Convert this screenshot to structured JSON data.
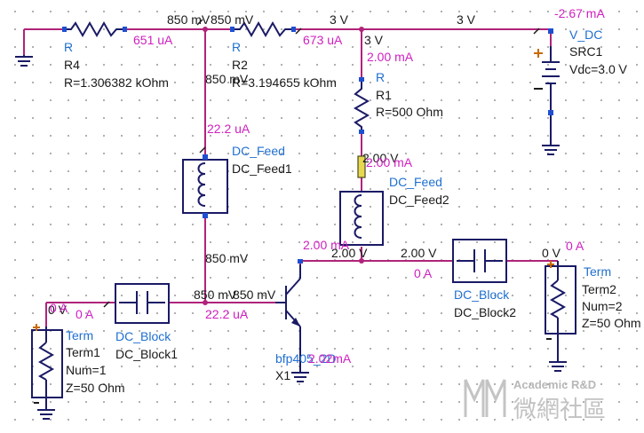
{
  "components": {
    "r4": {
      "type": "R",
      "name": "R4",
      "value": "R=1.306382 kOhm",
      "current": "651 uA"
    },
    "r2": {
      "type": "R",
      "name": "R2",
      "value": "R=3.194655 kOhm",
      "current": "673 uA"
    },
    "r1": {
      "type": "R",
      "name": "R1",
      "value": "R=500 Ohm",
      "current": "2.00 mA"
    },
    "src1": {
      "type": "V_DC",
      "name": "SRC1",
      "value": "Vdc=3.0 V",
      "current": "-2.67 mA"
    },
    "dc_feed1": {
      "type": "DC_Feed",
      "name": "DC_Feed1",
      "current": "22.2 uA"
    },
    "dc_feed2": {
      "type": "DC_Feed",
      "name": "DC_Feed2",
      "current": "2.00 mA"
    },
    "dc_block1": {
      "type": "DC_Block",
      "name": "DC_Block1"
    },
    "dc_block2": {
      "type": "DC_Block",
      "name": "DC_Block2"
    },
    "x1": {
      "type": "bfp405_2D",
      "name": "X1",
      "overlap_text": "2.02mA"
    },
    "term1": {
      "type": "Term",
      "name": "Term1",
      "num": "Num=1",
      "z": "Z=50 Ohm"
    },
    "term2": {
      "type": "Term",
      "name": "Term2",
      "num": "Num=2",
      "z": "Z=50 Ohm"
    }
  },
  "annotations": {
    "v_850_a": "850 mV",
    "v_850_b": "850 mV",
    "v_850_c": "850 mV",
    "v_850_d": "850 mV",
    "v_850_e": "850 mV",
    "v_850_f": "850 mV",
    "v_3_a": "3 V",
    "v_3_b": "3 V",
    "v_3_c": "3 V",
    "v_2_a": "2.00 V",
    "v_2_b": "2.00 V",
    "v_2_c": "2.00 V",
    "v_0_a": "0 V",
    "i_2ma_a": "2.00 mA",
    "i_0a_a": "0 A",
    "i_0a_b": "0 A",
    "i_0a_c": "0 A",
    "i_0a_d": "0 A",
    "i_22_b": "22.2 uA"
  },
  "watermark": {
    "en": "Academic R&D",
    "cn": "微網社區"
  },
  "colors": {
    "wire": "#b0237a",
    "component": "#1a1a66",
    "voltage": "#1a1a1a",
    "current": "#d020c0",
    "component_type": "#1f6fd0"
  }
}
